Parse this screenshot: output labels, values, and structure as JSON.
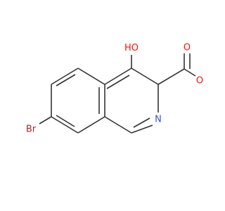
{
  "molecule": {
    "atoms": {
      "hydroxyl": "OH",
      "hydroxyl_o": "O",
      "hydroxyl_h": "H",
      "carbonyl_o": "O",
      "ester_o": "O",
      "ring_n": "N",
      "bromine": "Br"
    }
  },
  "colors": {
    "bond": "#333333",
    "oxygen": "#ff0d0d",
    "nitrogen": "#3050f8",
    "bromine": "#a62929"
  }
}
